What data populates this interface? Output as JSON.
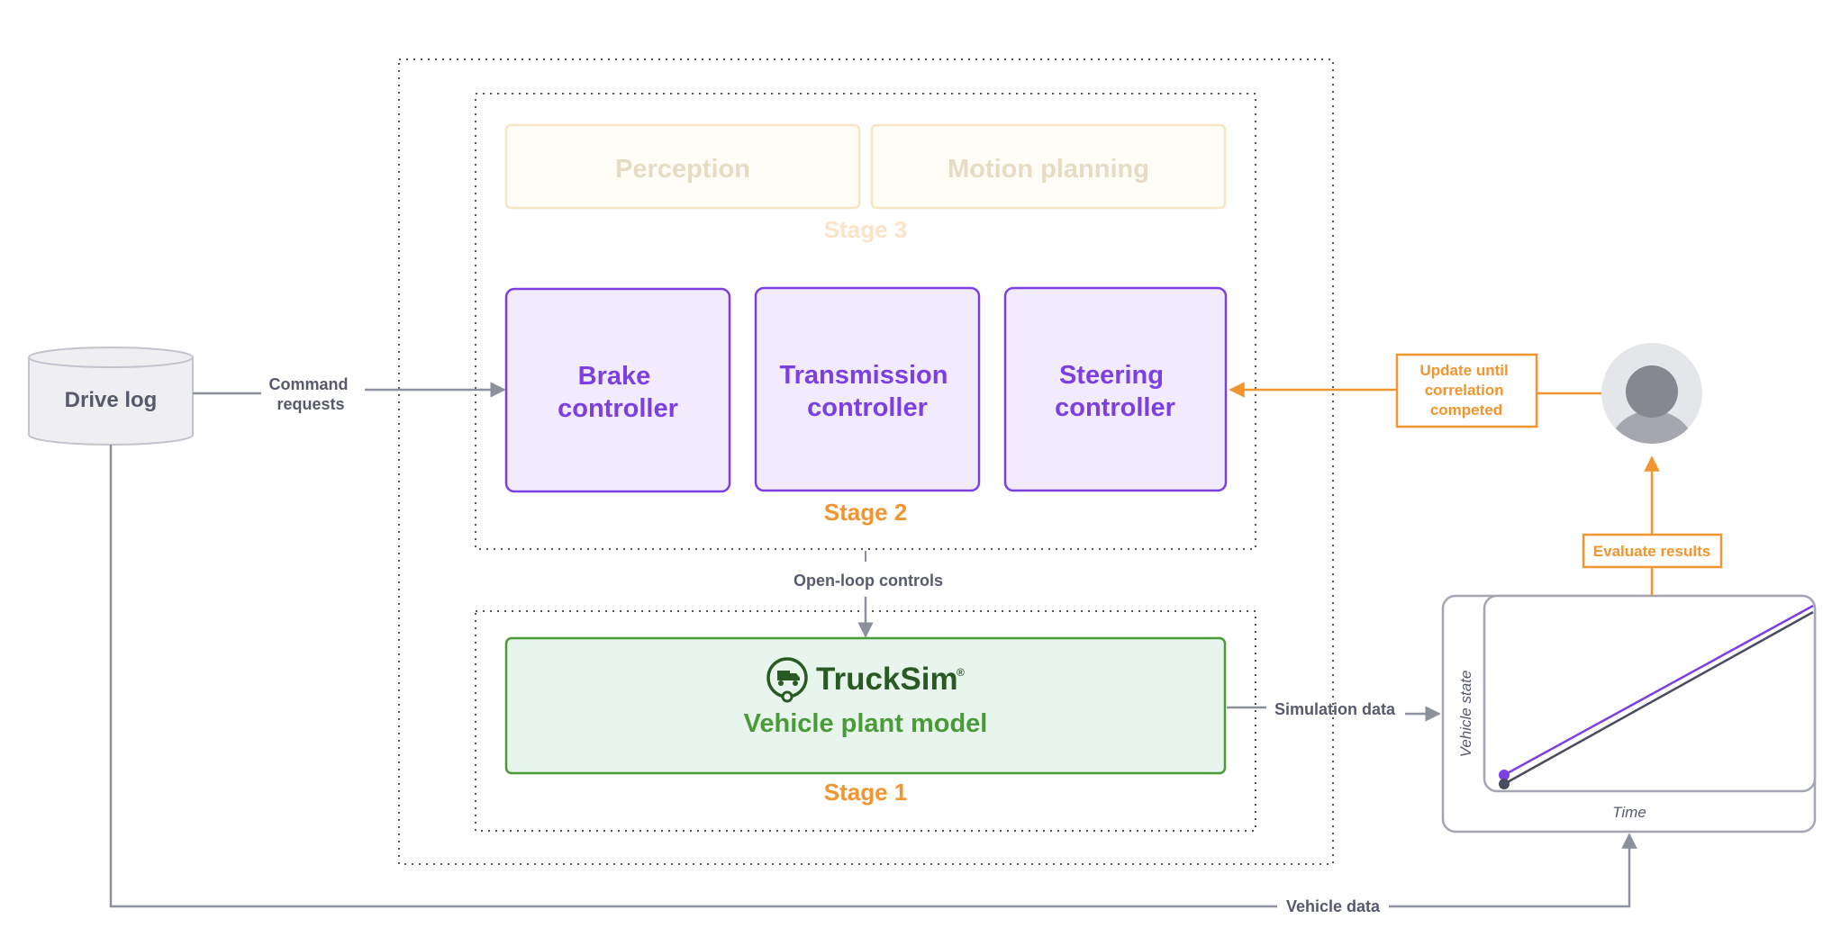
{
  "drive_log": {
    "label": "Drive log"
  },
  "edges": {
    "command_requests": [
      "Command",
      "requests"
    ],
    "open_loop_controls": "Open-loop controls",
    "simulation_data": "Simulation data",
    "vehicle_data": "Vehicle data"
  },
  "stage3": {
    "label": "Stage 3",
    "modules": [
      "Perception",
      "Motion planning"
    ]
  },
  "stage2": {
    "label": "Stage 2",
    "controllers": [
      {
        "lines": [
          "Brake",
          "controller"
        ]
      },
      {
        "lines": [
          "Transmission",
          "controller"
        ]
      },
      {
        "lines": [
          "Steering",
          "controller"
        ]
      }
    ]
  },
  "stage1": {
    "label": "Stage 1",
    "logo_text": "TruckSim",
    "logo_mark": "®",
    "model_label": "Vehicle plant model"
  },
  "feedback": {
    "update_lines": [
      "Update until",
      "correlation",
      "competed"
    ],
    "evaluate": "Evaluate results"
  },
  "plot": {
    "y_axis": "Vehicle state",
    "x_axis": "Time"
  },
  "colors": {
    "purple": "#7b3fe4",
    "purple_fill": "#f1ebfb",
    "orange": "#f0952f",
    "orange_faded": "#f6e6c4",
    "green": "#4a9a3a",
    "green_fill": "#e8f5ec",
    "gray": "#8c8f9c",
    "gray_text": "#565a6c"
  },
  "icons": {
    "person": "user-avatar-icon",
    "truck": "truck-icon",
    "database": "database-icon"
  }
}
